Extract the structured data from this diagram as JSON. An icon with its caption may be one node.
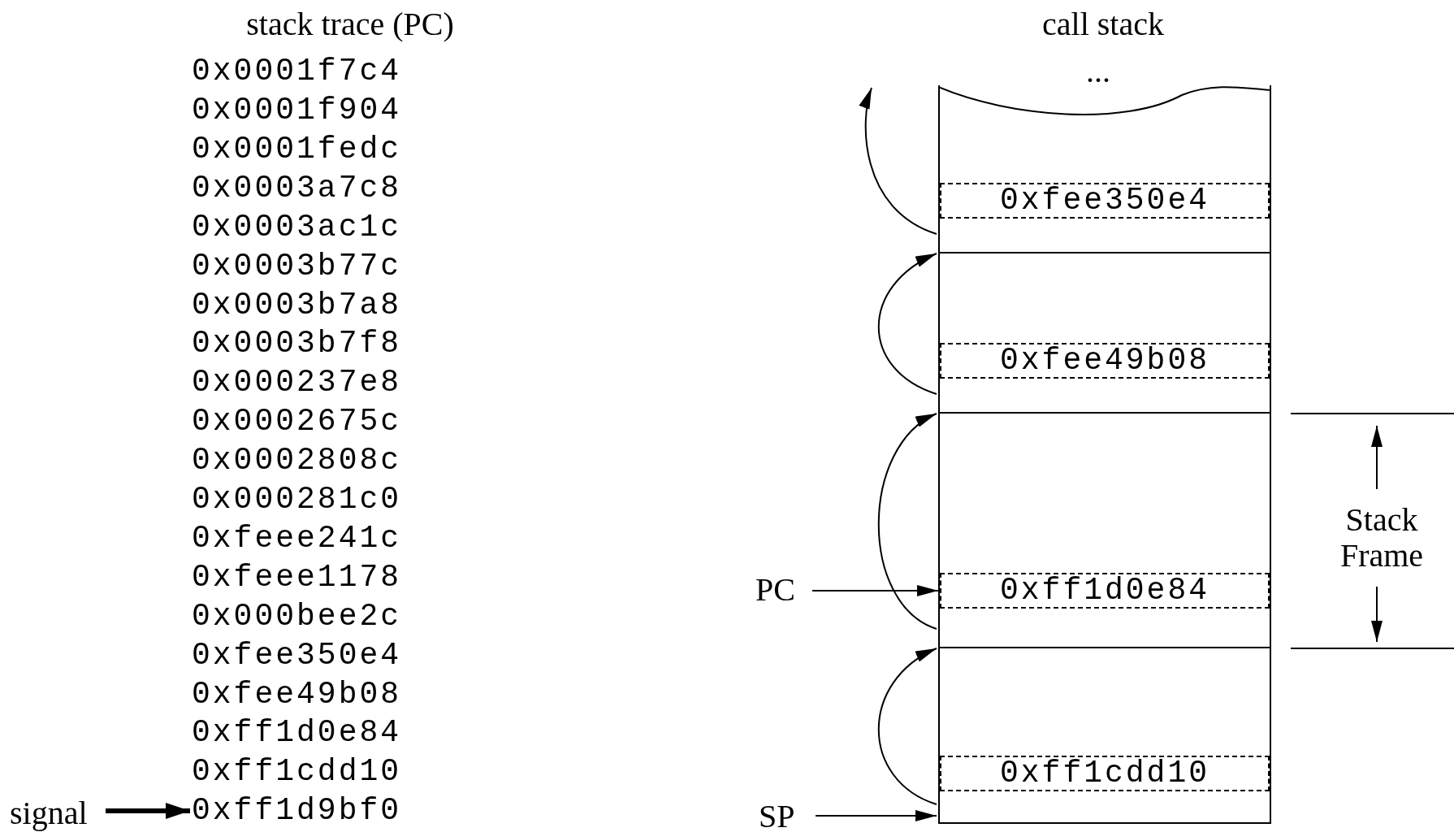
{
  "diagram": {
    "nodes": [
      {
        "text": [],
        "shape": "box"
      },
      {
        "text": [
          "0xfee350e4"
        ],
        "in": 0
      },
      {
        "text": [],
        "shape": "box"
      },
      {
        "text": [
          "0xfee49b08"
        ],
        "in": 2
      },
      {
        "text": [],
        "shape": "box"
      },
      {
        "text": [
          "0xff1d0e84"
        ],
        "in": 4
      },
      {
        "text": [
          "PC"
        ]
      },
      {
        "text": [],
        "shape": "box"
      },
      {
        "text": [
          "0xff1cdd10"
        ],
        "in": 7
      },
      {
        "text": [
          "signal"
        ]
      },
      {
        "text": [
          "0xff1d9bf0"
        ]
      },
      {
        "text": [
          "SP"
        ]
      }
    ],
    "edges": [
      {
        "from": 9,
        "to": 10,
        "arrow": "to",
        "style": "thick"
      },
      {
        "from": 6,
        "to": 5,
        "arrow": "to"
      },
      {
        "from": 11,
        "to": 7,
        "arrow": "to"
      },
      {
        "from": 7,
        "to": 4,
        "arrow": "to"
      },
      {
        "from": 4,
        "to": 2,
        "arrow": "to"
      },
      {
        "from": 2,
        "to": 0,
        "arrow": "to"
      },
      {
        "from": 0,
        "to": null,
        "arrow": "to"
      }
    ],
    "labels": [
      "stack trace (PC)",
      "0x0001f7c4",
      "0x0001f904",
      "0x0001fedc",
      "0x0003a7c8",
      "0x0003ac1c",
      "0x0003b77c",
      "0x0003b7a8",
      "0x0003b7f8",
      "0x000237e8",
      "0x0002675c",
      "0x0002808c",
      "0x000281c0",
      "0xfeee241c",
      "0xfeee1178",
      "0x000bee2c",
      "0xfee350e4",
      "0xfee49b08",
      "0xff1d0e84",
      "0xff1cdd10",
      "call stack",
      "...",
      "Stack Frame"
    ]
  }
}
